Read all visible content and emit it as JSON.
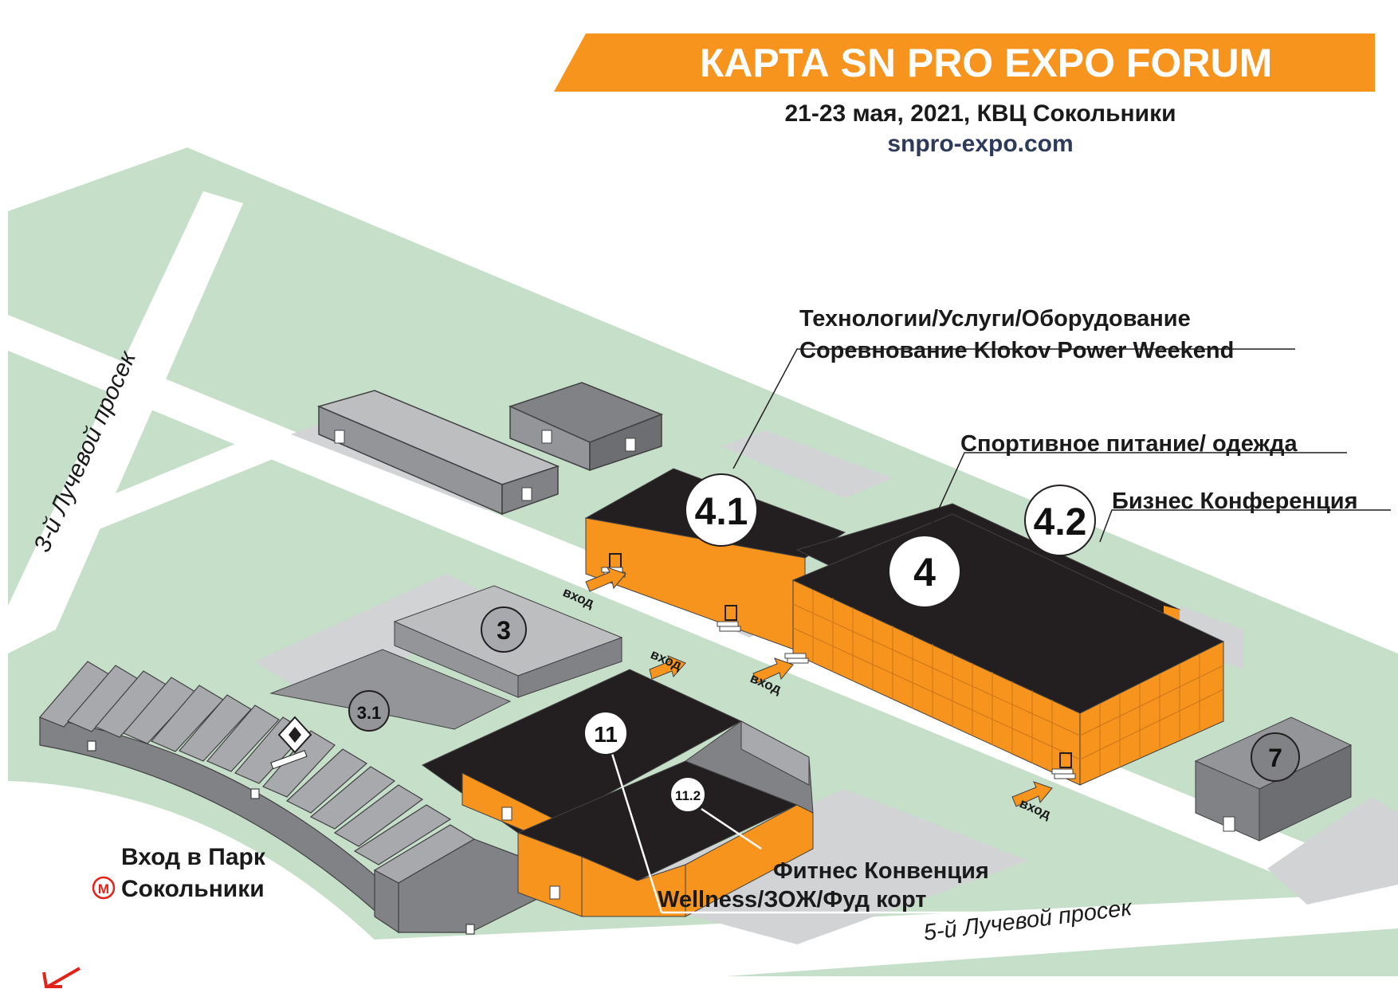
{
  "header": {
    "title": "КАРТА SN PRO EXPO FORUM",
    "date_venue": "21-23 мая, 2021, КВЦ Сокольники",
    "website": "snpro-expo.com"
  },
  "colors": {
    "accent_orange": "#f7941d",
    "grass": "#c5dfc8",
    "road": "#ffffff",
    "roof_black": "#231f20",
    "building_gray": "#a7a9ac",
    "dark_gray": "#808285",
    "text_navy": "#2e3a59"
  },
  "pavilions": {
    "p41": "4.1",
    "p4": "4",
    "p42": "4.2",
    "p3": "3",
    "p31": "3.1",
    "p11": "11",
    "p112": "11.2",
    "p7": "7"
  },
  "callouts": {
    "tech": "Технологии/Услуги/Оборудование",
    "klokov": "Соревнование Klokov Power Weekend",
    "sport": "Спортивное питание/ одежда",
    "business": "Бизнес Конференция",
    "fitness": "Фитнес Конвенция",
    "wellness": "Wellness/ЗОЖ/Фуд корт"
  },
  "entrances": {
    "label": "вход"
  },
  "roads": {
    "road3": "3-й Лучевой просек",
    "road5": "5-й Лучевой просек"
  },
  "park": {
    "line1": "Вход в Парк",
    "line2": "Сокольники",
    "metro_icon": "metro-icon"
  }
}
